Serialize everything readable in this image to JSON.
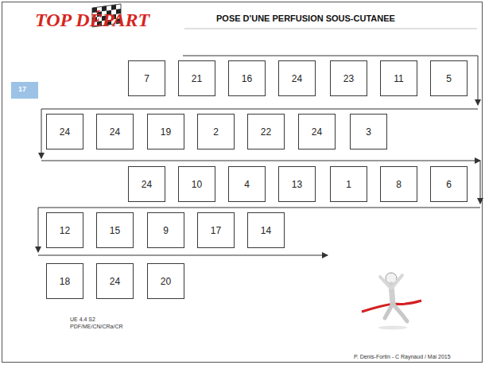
{
  "diagram": {
    "title": "POSE D'UNE PERFUSION SOUS-CUTANEE",
    "nodes": [
      {
        "text": [
          "7"
        ]
      },
      {
        "text": [
          "21"
        ]
      },
      {
        "text": [
          "16"
        ]
      },
      {
        "text": [
          "24"
        ]
      },
      {
        "text": [
          "23"
        ]
      },
      {
        "text": [
          "11"
        ]
      },
      {
        "text": [
          "5"
        ]
      },
      {
        "text": [
          "24"
        ]
      },
      {
        "text": [
          "24"
        ]
      },
      {
        "text": [
          "19"
        ]
      },
      {
        "text": [
          "2"
        ]
      },
      {
        "text": [
          "22"
        ]
      },
      {
        "text": [
          "24"
        ]
      },
      {
        "text": [
          "3"
        ]
      },
      {
        "text": [
          "24"
        ]
      },
      {
        "text": [
          "10"
        ]
      },
      {
        "text": [
          "4"
        ]
      },
      {
        "text": [
          "13"
        ]
      },
      {
        "text": [
          "1"
        ]
      },
      {
        "text": [
          "8"
        ]
      },
      {
        "text": [
          "6"
        ]
      },
      {
        "text": [
          "12"
        ]
      },
      {
        "text": [
          "15"
        ]
      },
      {
        "text": [
          "9"
        ]
      },
      {
        "text": [
          "17"
        ]
      },
      {
        "text": [
          "14"
        ]
      },
      {
        "text": [
          "18"
        ]
      },
      {
        "text": [
          "24"
        ]
      },
      {
        "text": [
          "20"
        ]
      }
    ],
    "labels": [
      "TOP DÉPART",
      "17",
      "UE 4.4 S2",
      "PDF/ME/CN/CRa/CR",
      "P. Denis-Fortin - C Raynaud / Mai 2015"
    ]
  }
}
